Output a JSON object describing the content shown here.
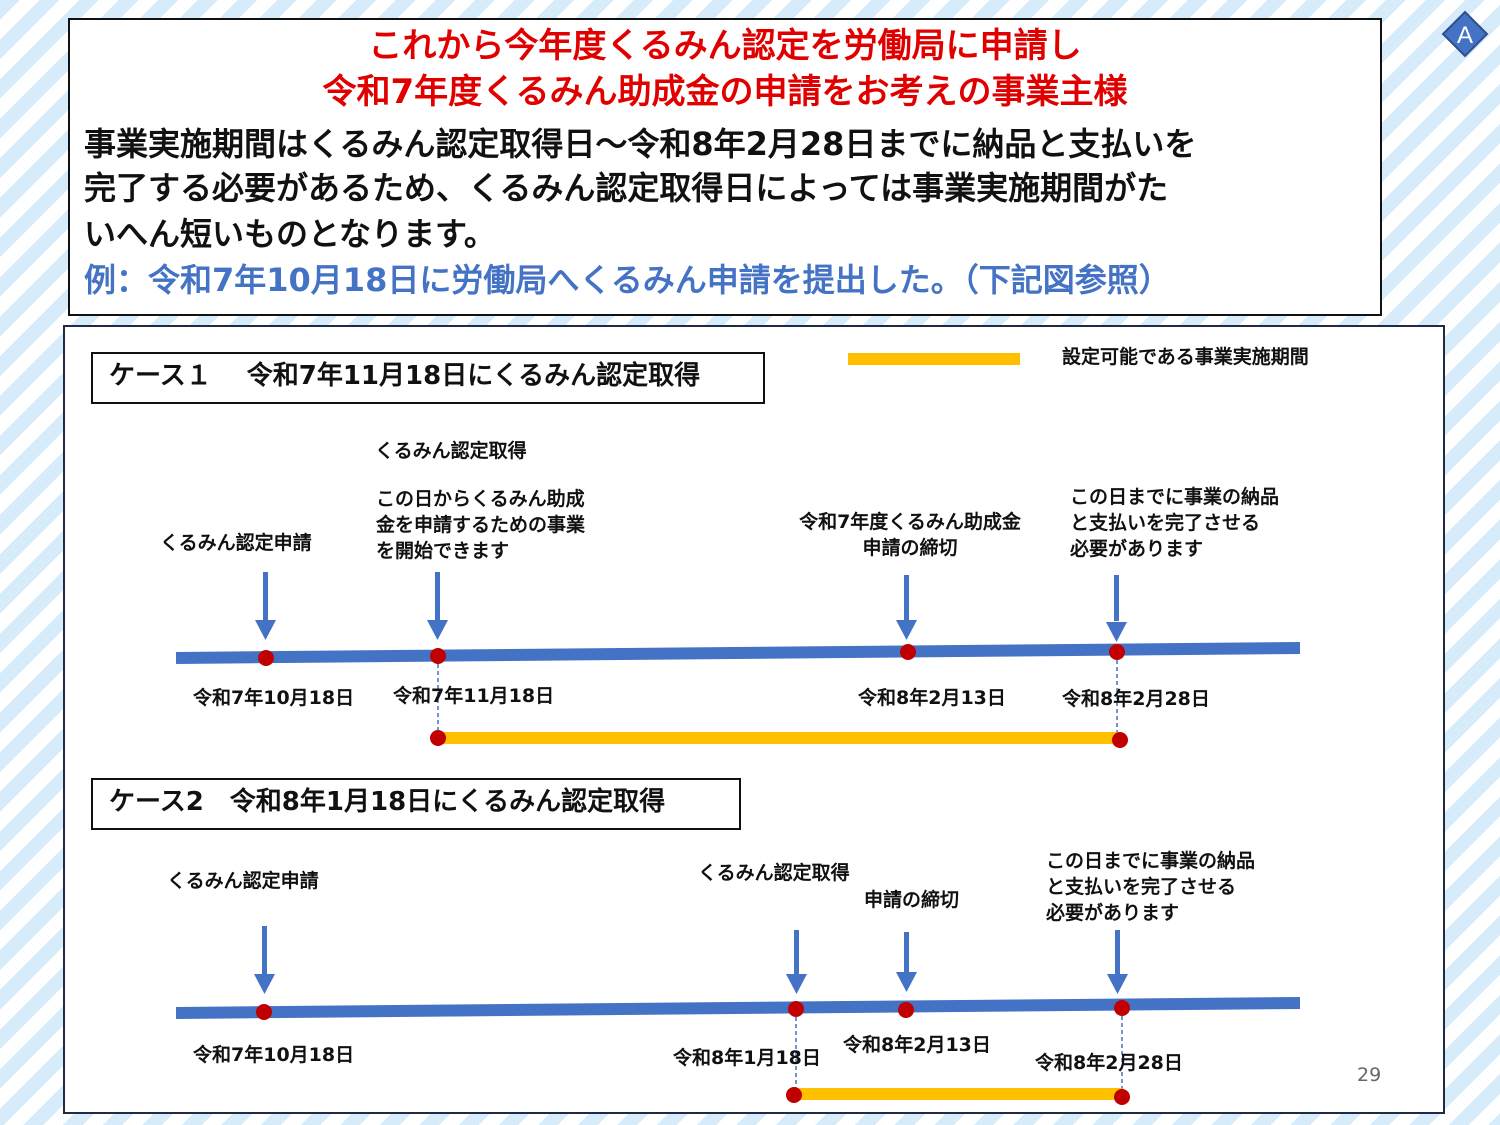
{
  "badge": {
    "label": "A"
  },
  "header": {
    "title_line1": "これから今年度くるみん認定を労働局に申請し",
    "title_line2": "令和7年度くるみん助成金の申請をお考えの事業主様",
    "body_line1": "事業実施期間はくるみん認定取得日～令和8年2月28日までに納品と支払いを",
    "body_line2": "完了する必要があるため、くるみん認定取得日によっては事業実施期間がた",
    "body_line3": "いへん短いものとなります。",
    "example": "例：令和7年10月18日に労働局へくるみん申請を提出した。（下記図参照）"
  },
  "legend": {
    "label": "設定可能である事業実施期間",
    "color": "#ffc000"
  },
  "colors": {
    "timeline": "#4472c4",
    "dot": "#c00000",
    "period": "#ffc000",
    "title": "#e00000",
    "example": "#4472c4"
  },
  "case1": {
    "title": "ケース１　 令和7年11月18日にくるみん認定取得",
    "label_apply": "くるみん認定申請",
    "label_certified": "くるみん認定取得",
    "label_start_1": "この日からくるみん助成",
    "label_start_2": "金を申請するための事業",
    "label_start_3": "を開始できます",
    "label_deadline_1": "令和7年度くるみん助成金",
    "label_deadline_2": "申請の締切",
    "label_complete_1": "この日までに事業の納品",
    "label_complete_2": "と支払いを完了させる",
    "label_complete_3": "必要があります",
    "date_apply": "令和7年10月18日",
    "date_certified": "令和7年11月18日",
    "date_deadline": "令和8年2月13日",
    "date_complete": "令和8年2月28日"
  },
  "case2": {
    "title": "ケース2　令和8年1月18日にくるみん認定取得",
    "label_apply": "くるみん認定申請",
    "label_certified": "くるみん認定取得",
    "label_deadline": "申請の締切",
    "label_complete_1": "この日までに事業の納品",
    "label_complete_2": "と支払いを完了させる",
    "label_complete_3": "必要があります",
    "date_apply": "令和7年10月18日",
    "date_certified": "令和8年1月18日",
    "date_deadline": "令和8年2月13日",
    "date_complete": "令和8年2月28日"
  },
  "page_number": "29"
}
